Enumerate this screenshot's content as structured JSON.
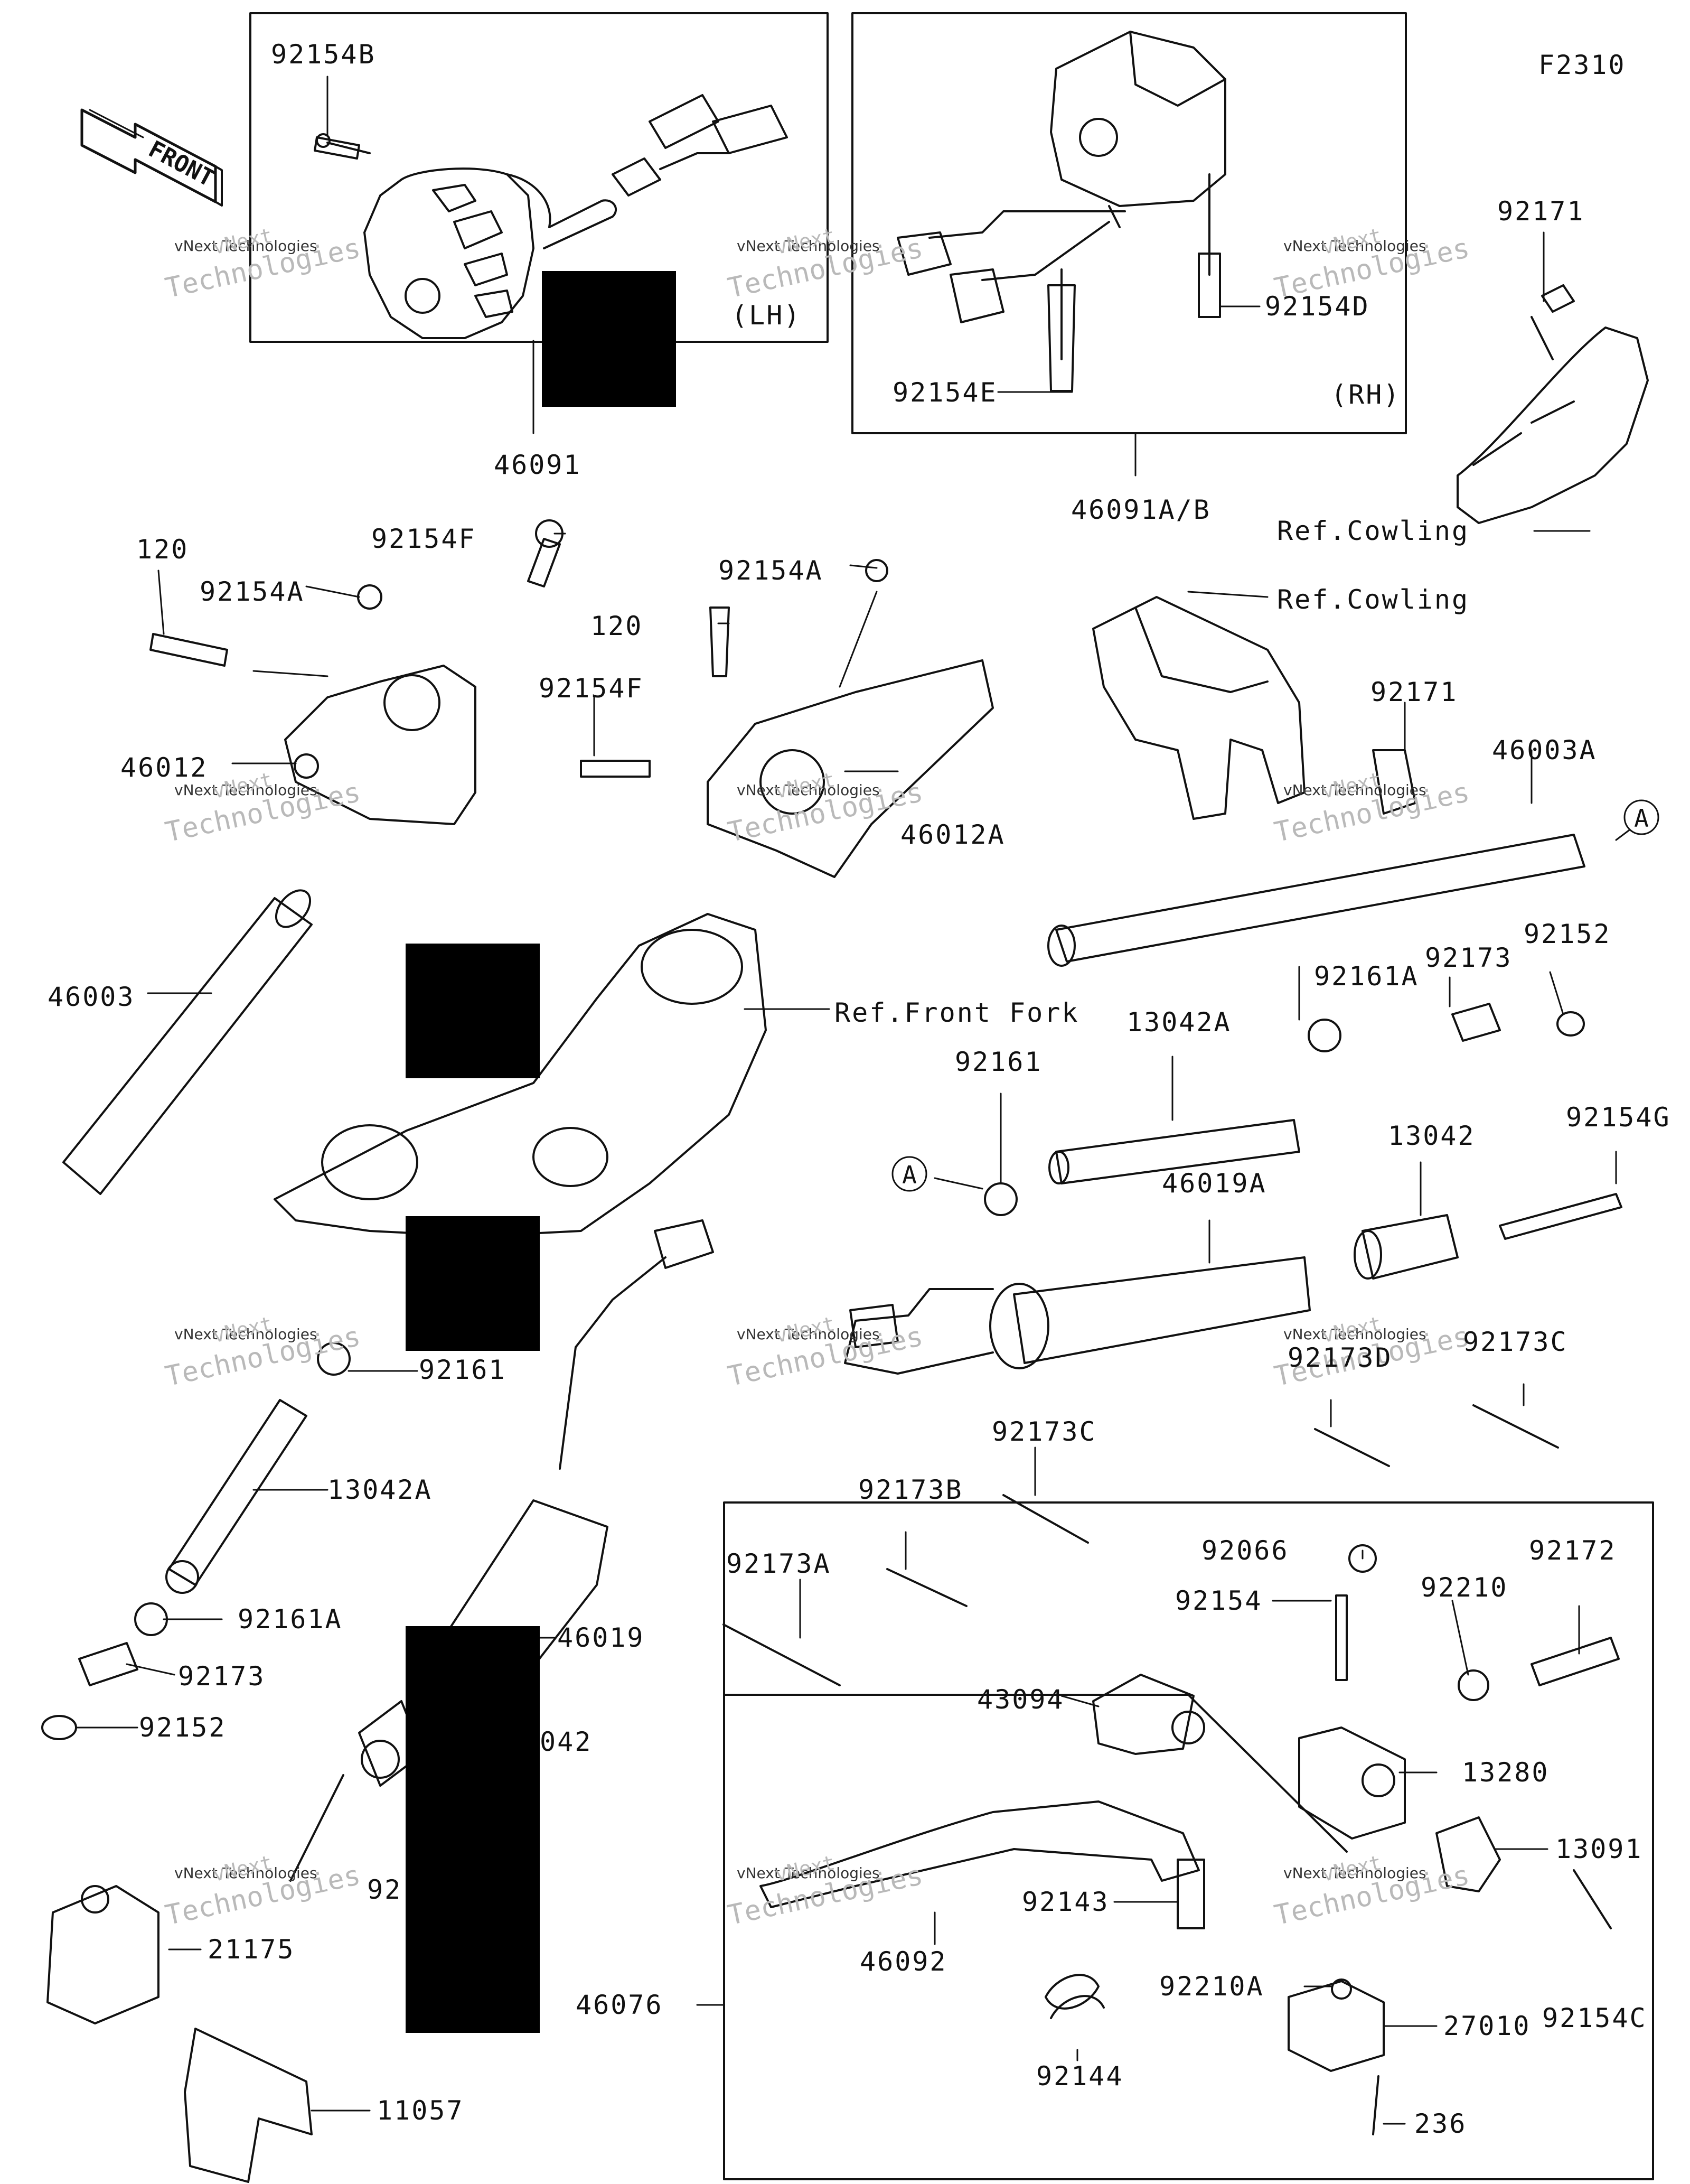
{
  "figure_code": "F2310",
  "front_arrow": {
    "text": "FRONT"
  },
  "detail_boxes": {
    "lh": "(LH)",
    "rh": "(RH)"
  },
  "circle_marker": "A",
  "watermark": {
    "line1": "vNext",
    "line2": "vNext Technologies",
    "line3": "Technologies"
  },
  "parts": {
    "p92154B": "92154B",
    "p46091": "46091",
    "p92154D": "92154D",
    "p92154E": "92154E",
    "p46091AB": "46091A/B",
    "p92171_top": "92171",
    "p_ref_cowling_1": "Ref.Cowling",
    "p_ref_cowling_2": "Ref.Cowling",
    "p120_l": "120",
    "p92154F_l": "92154F",
    "p92154A_l": "92154A",
    "p46012": "46012",
    "p92154A_r": "92154A",
    "p120_r": "120",
    "p92154F_r": "92154F",
    "p46012A": "46012A",
    "p92171_mid": "92171",
    "p46003A": "46003A",
    "p46003": "46003",
    "p_ref_front_fork": "Ref.Front Fork",
    "p92161A_r": "92161A",
    "p92173_r": "92173",
    "p92152_r": "92152",
    "p13042A_r": "13042A",
    "p92161_r": "92161",
    "p92154G": "92154G",
    "p46019A": "46019A",
    "p13042_r": "13042",
    "p92161_l": "92161",
    "p13042A_l": "13042A",
    "p92161A_l": "92161A",
    "p92173_l": "92173",
    "p92152_l": "92152",
    "p92173D": "92173D",
    "p92173C_r": "92173C",
    "p92173C_m": "92173C",
    "p92173B": "92173B",
    "p92173A": "92173A",
    "p46019": "46019",
    "p13042_l": "042",
    "p92_cut": "92",
    "p92066": "92066",
    "p92172": "92172",
    "p92154": "92154",
    "p92210": "92210",
    "p43094": "43094",
    "p13280": "13280",
    "p13091": "13091",
    "p92143": "92143",
    "p46092": "46092",
    "p46076": "46076",
    "p92210A": "92210A",
    "p92154C": "92154C",
    "p92144": "92144",
    "p27010": "27010",
    "p236": "236",
    "p21175": "21175",
    "p11057": "11057"
  }
}
